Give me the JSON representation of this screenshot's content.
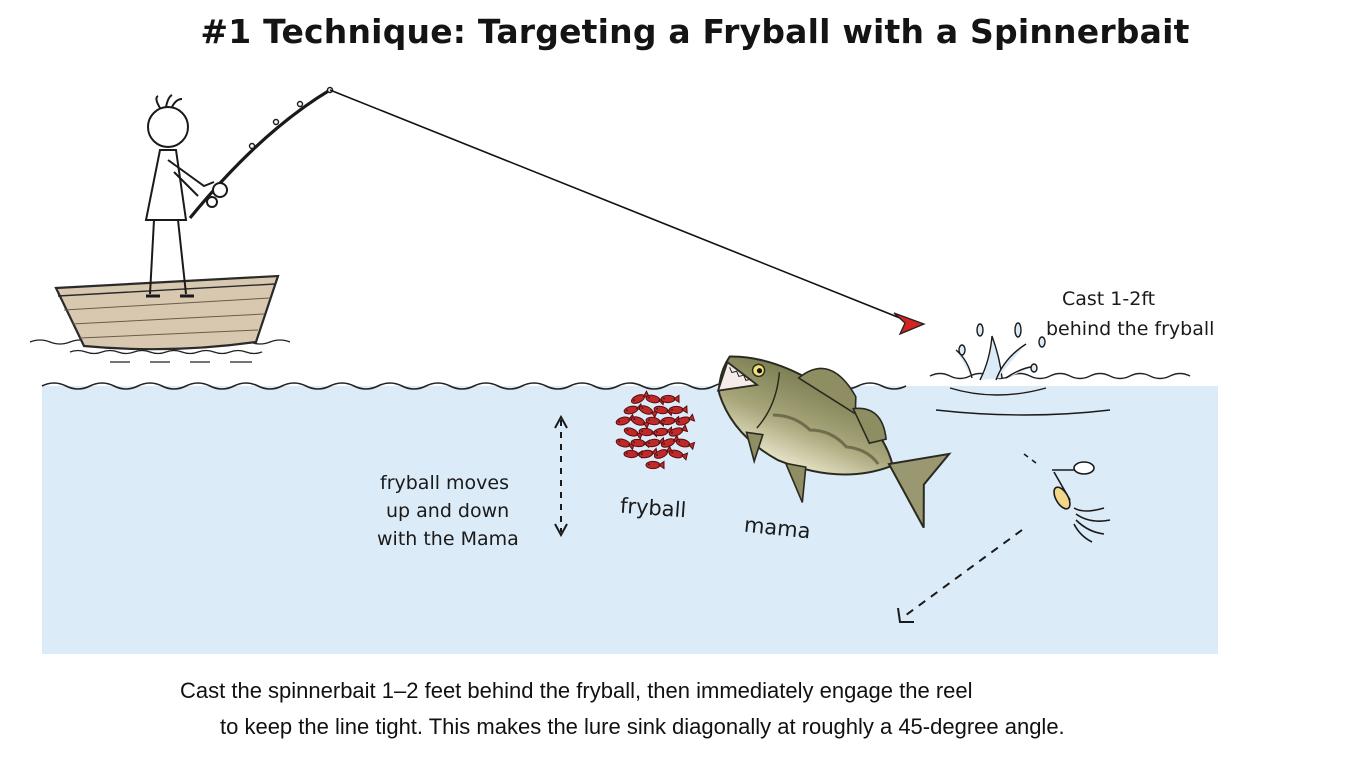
{
  "title": "#1 Technique: Targeting a Fryball with a Spinnerbait",
  "labels": {
    "cast_line1": "Cast 1-2ft",
    "cast_line2": "behind the fryball",
    "fryball_moves_line1": "fryball moves",
    "fryball_moves_line2": "up and down",
    "fryball_moves_line3": "with the Mama",
    "fryball": "fryball",
    "mama": "mama"
  },
  "caption": {
    "line1": "Cast the spinnerbait 1–2 feet behind the fryball, then immediately engage the reel",
    "line2": "to keep the line tight. This makes the lure sink diagonally at roughly a 45-degree angle."
  },
  "colors": {
    "water": "#dcebf8",
    "boat": "#d8c8b0",
    "fish_body": "#a8a67a",
    "fry": "#c0282a",
    "arrow": "#d42323",
    "line": "#111111"
  }
}
